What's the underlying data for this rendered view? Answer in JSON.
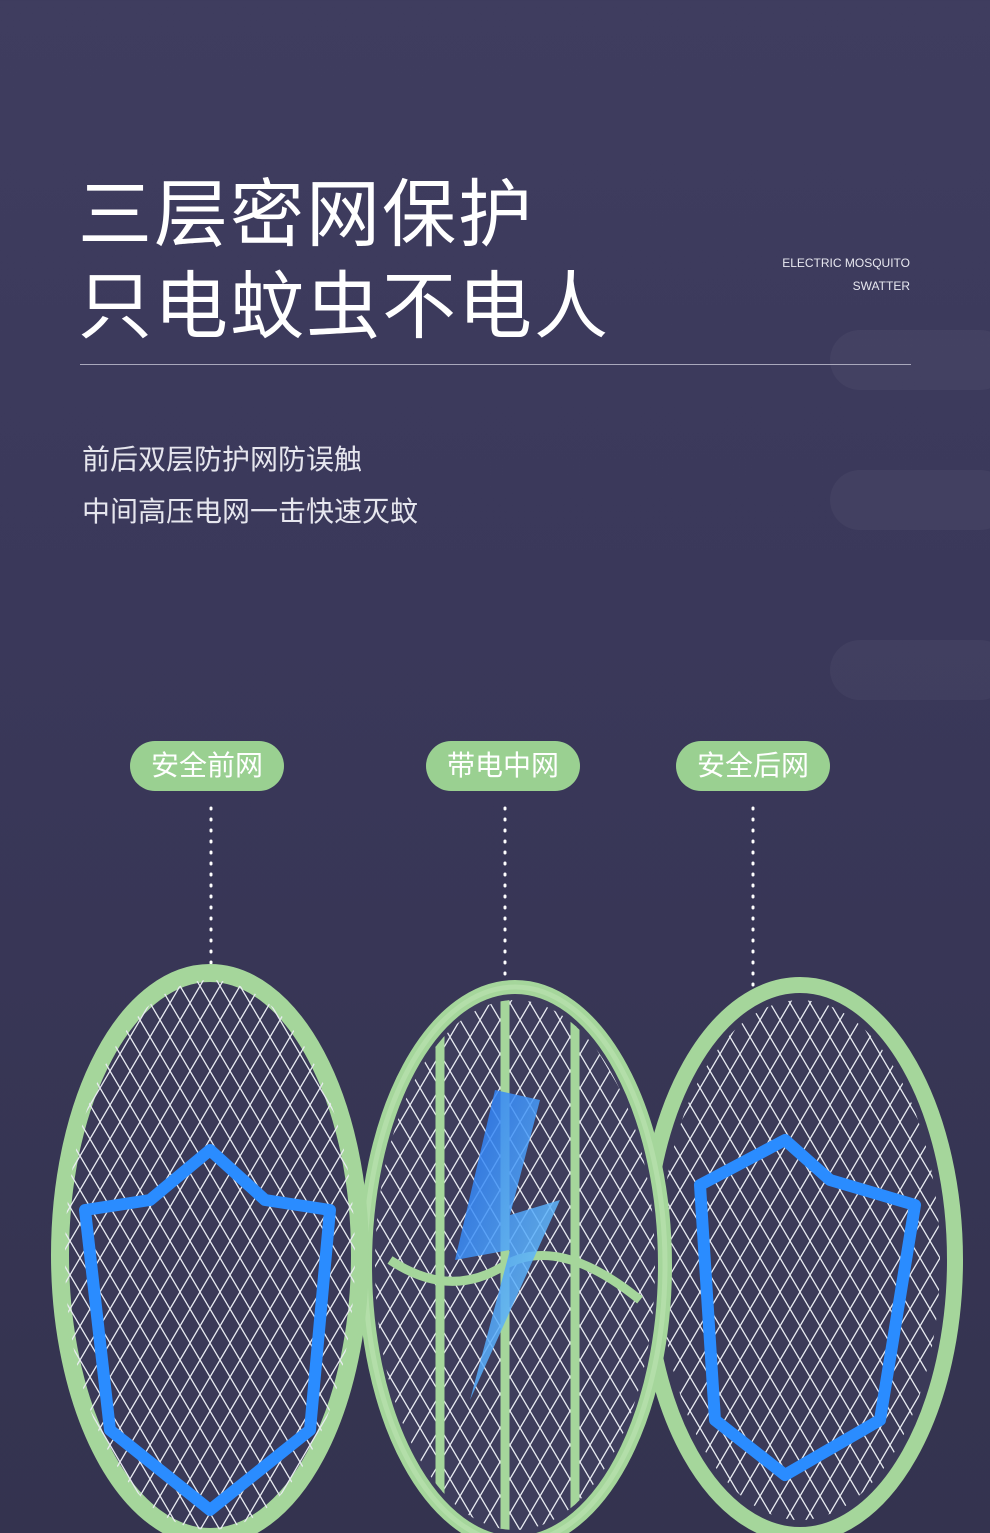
{
  "headline": {
    "line1": "三层密网保护",
    "line2": "只电蚊虫不电人"
  },
  "english_tag": {
    "line1": "ELECTRIC MOSQUITO",
    "line2": "SWATTER"
  },
  "description": {
    "line1": "前后双层防护网防误触",
    "line2": "中间高压电网一击快速灭蚊"
  },
  "layers": [
    {
      "label": "安全前网"
    },
    {
      "label": "带电中网"
    },
    {
      "label": "安全后网"
    }
  ],
  "colors": {
    "background": "#3c3a5c",
    "frame_green": "#a5d69b",
    "tag_green": "#9ad091",
    "shield_blue": "#2a8cff"
  },
  "icons": [
    "shield-icon",
    "lightning-icon"
  ]
}
